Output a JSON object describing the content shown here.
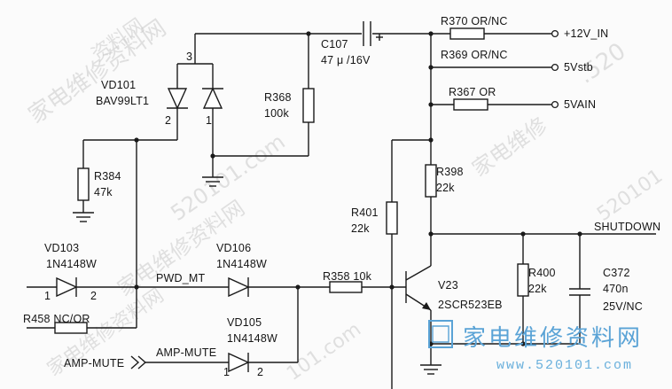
{
  "labels": {
    "net_12v": "+12V_IN",
    "net_5vstb": "5Vstb",
    "net_5vain": "5VAIN",
    "net_shutdown": "SHUTDOWN",
    "net_pwd_mt": "PWD_MT",
    "net_amp_mute_in": "AMP-MUTE",
    "net_amp_mute": "AMP-MUTE",
    "r370": "R370 OR/NC",
    "r369": "R369 OR/NC",
    "r367": "R367 OR",
    "c107_name": "C107",
    "c107_value": "47 μ /16V",
    "vd101_name": "VD101",
    "vd101_part": "BAV99LT1",
    "vd101_pin3": "3",
    "vd101_pin2": "2",
    "vd101_pin1": "1",
    "r368_name": "R368",
    "r368_value": "100k",
    "r384_name": "R384",
    "r384_value": "47k",
    "vd103_name": "VD103",
    "vd103_part": "1N4148W",
    "vd103_pin1": "1",
    "vd103_pin2": "2",
    "vd106_name": "VD106",
    "vd106_part": "1N4148W",
    "vd105_name": "VD105",
    "vd105_part": "1N4148W",
    "vd105_pin1": "1",
    "vd105_pin2": "2",
    "r458": "R458 NC/OR",
    "r358": "R358 10k",
    "r401_name": "R401",
    "r401_value": "22k",
    "r398_name": "R398",
    "r398_value": "22k",
    "v23_name": "V23",
    "v23_part": "2SCR523EB",
    "r400_name": "R400",
    "r400_value": "22k",
    "c372_name": "C372",
    "c372_value": "470n",
    "c372_rating": "25V/NC"
  },
  "watermark": {
    "brand": "家电维修资料网",
    "url": "www.520101.com",
    "chars": [
      "家",
      "电",
      "维",
      "修",
      "资",
      "料",
      "网"
    ],
    "bg_a": "家电维修资料网",
    "bg_b": "520101.com",
    "bg_c": "资料网",
    "bg_d": ".520",
    "bg_e": "家电维修",
    "bg_f": "520101",
    "bg_g": "家电维修资料网",
    "bg_h": "家电维修资料网",
    "bg_i": "101.com"
  },
  "colors": {
    "ink": "#1a1a1a",
    "watermark_blue": "#5aa3d6",
    "watermark_gray": "#c9c9c9"
  }
}
